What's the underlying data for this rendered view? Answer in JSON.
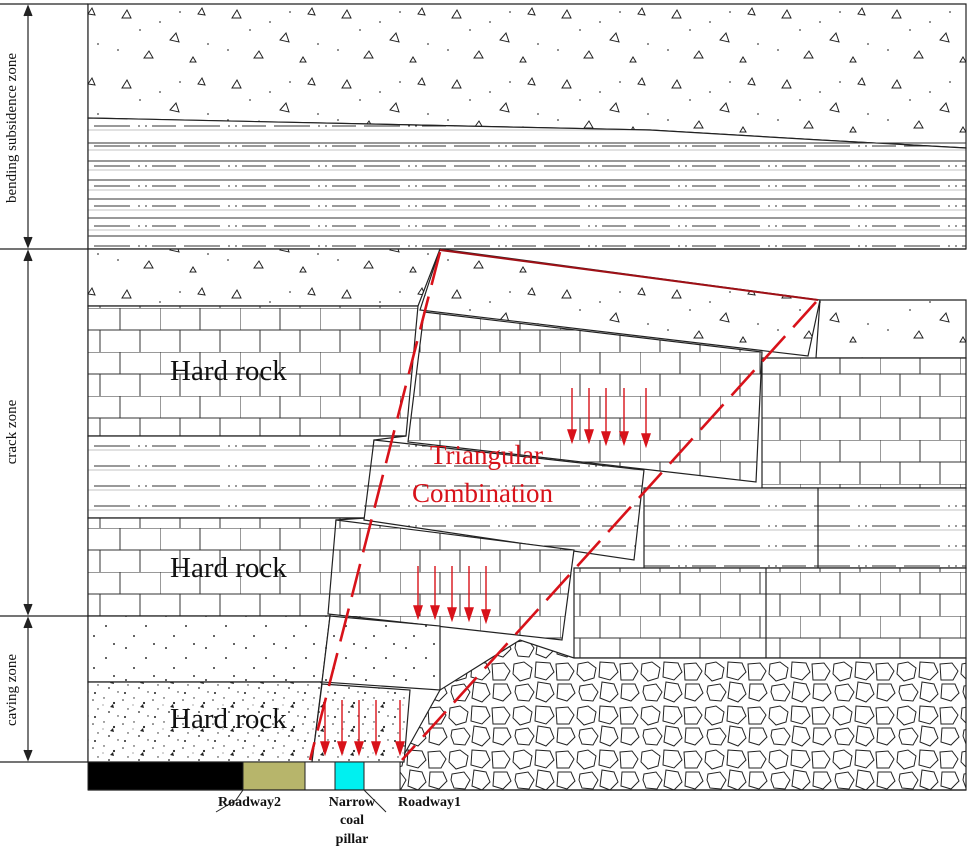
{
  "zones": {
    "bending": "bending subsidence zone",
    "crack": "crack zone",
    "caving": "caving zone"
  },
  "layers": {
    "hard_rock_upper": "Hard rock",
    "hard_rock_middle": "Hard rock",
    "hard_rock_lower": "Hard rock"
  },
  "structure": {
    "line1": "Triangular",
    "line2": "Combination"
  },
  "labels": {
    "roadway2": "Roadway2",
    "pillar_line1": "Narrow",
    "pillar_line2": "coal",
    "pillar_line3": "pillar",
    "roadway1": "Roadway1"
  },
  "colors": {
    "accent": "#d8121a",
    "coal": "#000000",
    "roadway2_fill": "#b7b56b",
    "pillar_fill": "#00f0f0",
    "line": "#222222"
  }
}
